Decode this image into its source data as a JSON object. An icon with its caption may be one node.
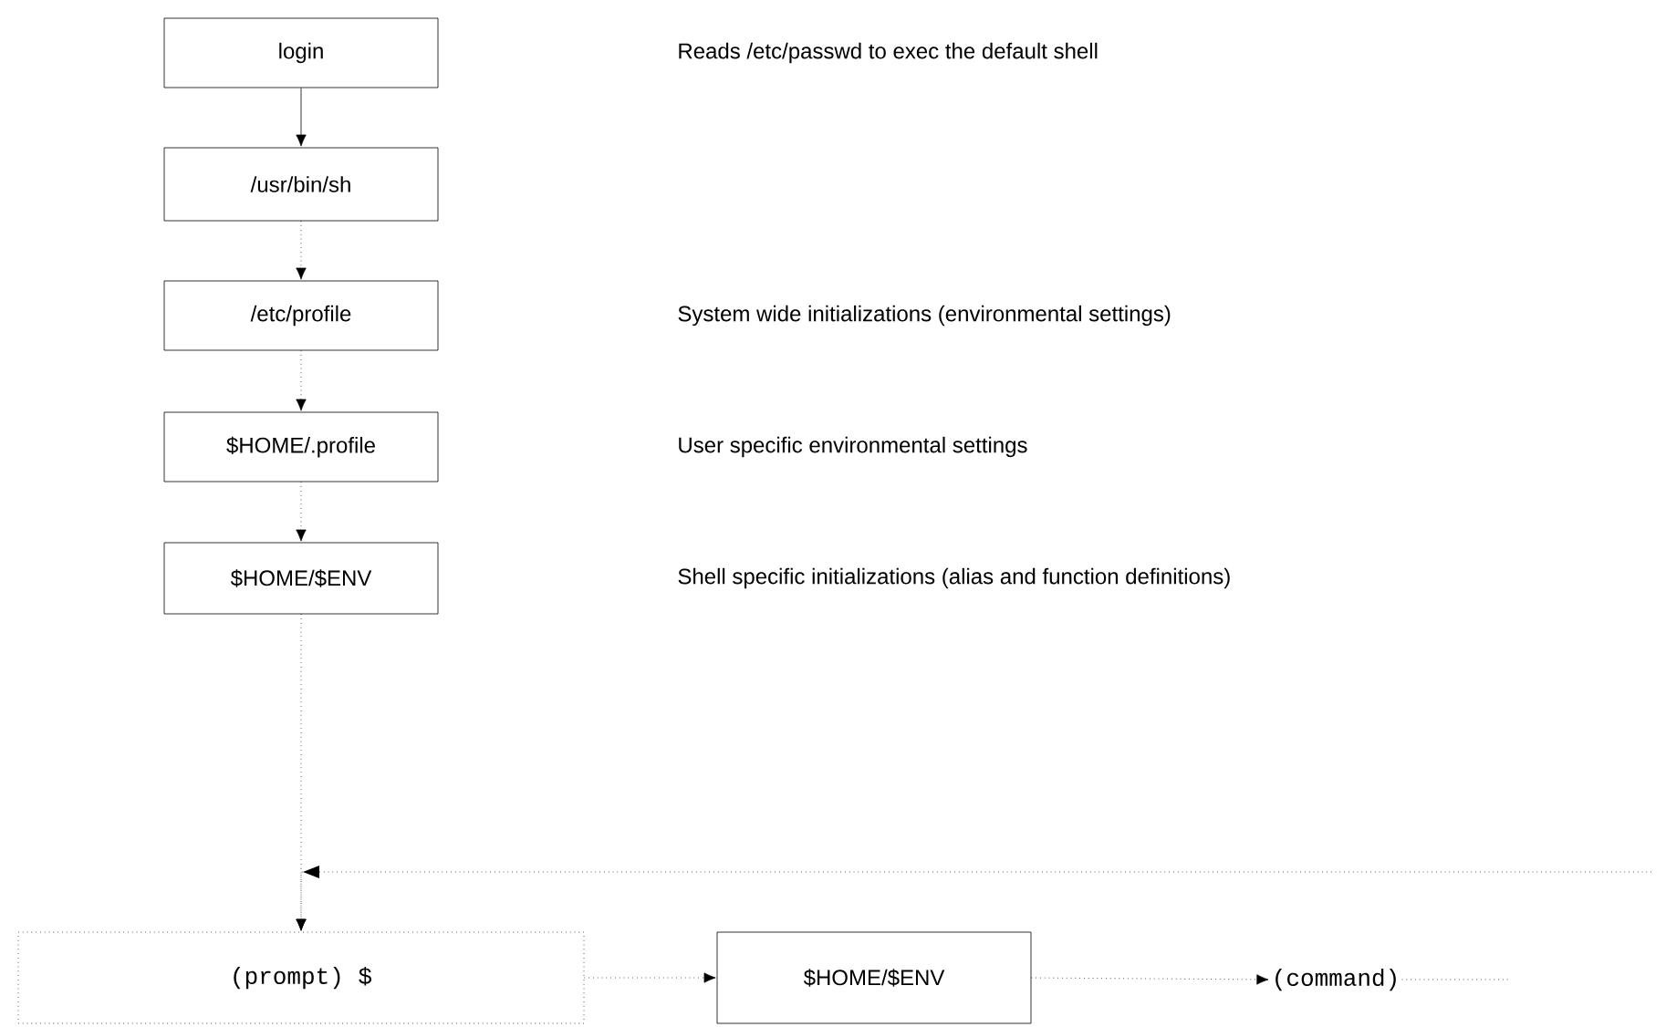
{
  "diagram": {
    "nodes": [
      {
        "text": [
          "login"
        ]
      },
      {
        "text": [
          "/usr/bin/sh"
        ]
      },
      {
        "text": [
          "/etc/profile"
        ]
      },
      {
        "text": [
          "$HOME/.profile"
        ]
      },
      {
        "text": [
          "$HOME/$ENV"
        ]
      },
      {
        "text": [
          "(prompt) $"
        ]
      },
      {
        "text": [
          "$HOME/$ENV"
        ]
      },
      {
        "text": [
          "(command)"
        ]
      }
    ],
    "edges": [
      {
        "from": 0,
        "to": 1,
        "arrow": "to"
      },
      {
        "from": 1,
        "to": 2,
        "arrow": "to",
        "style": "dashed"
      },
      {
        "from": 2,
        "to": 3,
        "arrow": "to",
        "style": "dashed"
      },
      {
        "from": 3,
        "to": 4,
        "arrow": "to",
        "style": "dashed"
      },
      {
        "from": 4,
        "to": 5,
        "arrow": "to",
        "style": "dashed"
      },
      {
        "from": 5,
        "to": 6,
        "arrow": "to",
        "style": "dashed"
      },
      {
        "from": 6,
        "to": 7,
        "arrow": "to",
        "style": "dashed"
      },
      {
        "from": 7,
        "to": null,
        "arrow": "none",
        "style": "dashed"
      },
      {
        "from": null,
        "to": 5,
        "arrow": "to",
        "style": "dashed"
      }
    ],
    "labels": [
      "Reads /etc/passwd to exec the default shell",
      "System wide initializations (environmental settings)",
      "User specific environmental settings",
      "Shell specific initializations (alias and function definitions)"
    ]
  }
}
